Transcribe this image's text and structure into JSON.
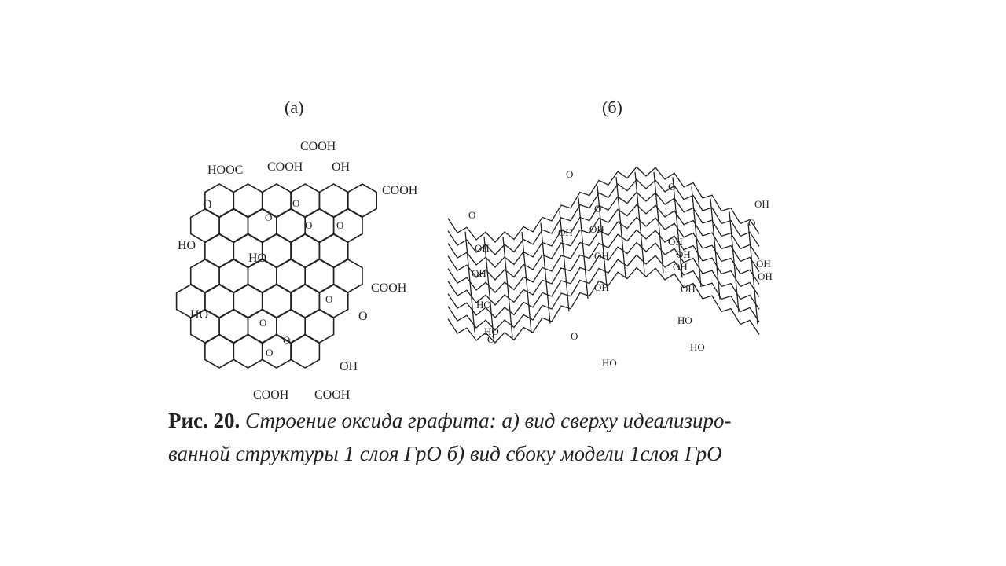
{
  "panels": {
    "a_label": "(а)",
    "b_label": "(б)"
  },
  "structure_a": {
    "groups": {
      "hooc": "HOOC",
      "cooh_top1": "COOH",
      "cooh_top2": "COOH",
      "oh_top": "OH",
      "cooh_right": "COOH",
      "o_left": "O",
      "ho_left": "HO",
      "ho_mid": "HO",
      "cooh_mid": "COOH",
      "ho_low": "HO",
      "oh_low": "OH",
      "cooh_bot1": "COOH",
      "cooh_bot2": "COOH",
      "o_ring1": "O",
      "o_ring2": "O",
      "o_ring3": "O",
      "o_ring4": "O",
      "o_ring5": "O",
      "o_ring6": "O",
      "o_ring7": "O",
      "o_ring8": "O",
      "o_ketone": "O"
    }
  },
  "structure_b": {
    "groups": {
      "oh1": "OH",
      "oh2": "OH",
      "oh3": "OH",
      "oh4": "OH",
      "oh5": "OH",
      "oh6": "OH",
      "oh7": "OH",
      "oh8": "OH",
      "oh9": "OH",
      "oh10": "OH",
      "oh11": "OH",
      "oh12": "OH",
      "oh13": "OH",
      "oh14": "HO",
      "oh15": "HO",
      "oh16": "HO",
      "oh17": "HO",
      "oh18": "HO",
      "o1": "O",
      "o2": "O",
      "o3": "O",
      "o4": "O",
      "o5": "O",
      "o6": "O",
      "o7": "O"
    }
  },
  "caption": {
    "figure": "Рис. 20.",
    "line1": " Строение оксида графита: а) вид сверху идеализиро-",
    "line2": "ванной структуры 1 слоя ГрО б) вид сбоку модели 1слоя ГрО"
  }
}
